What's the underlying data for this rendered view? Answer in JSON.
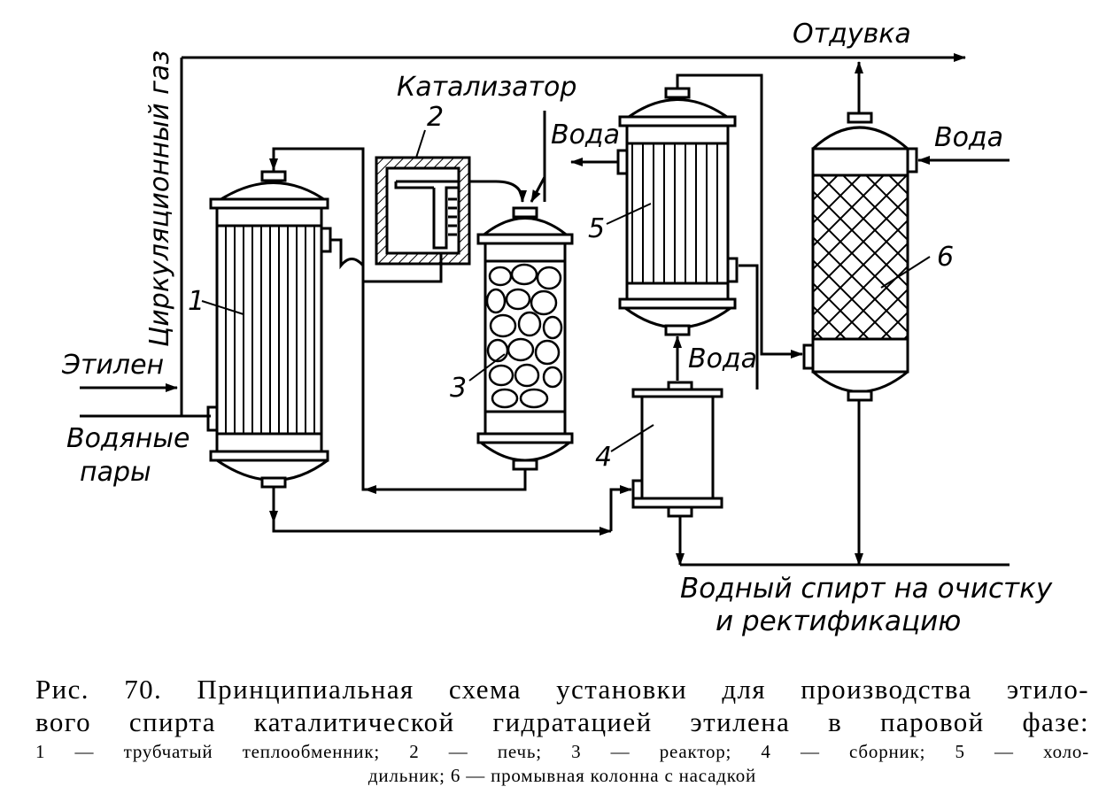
{
  "labels": {
    "otduvka": "Отдувка",
    "katalizator": "Катализатор",
    "voda_top_left": "Вода",
    "voda_top_right": "Вода",
    "voda_middle": "Вода",
    "cirk_gaz": "Циркуляционный газ",
    "etilen": "Этилен",
    "vodyanye_1": "Водяные",
    "vodyanye_2": "пары",
    "product_1": "Водный спирт на очистку",
    "product_2": "и ректификацию"
  },
  "equipment_numbers": {
    "n1": "1",
    "n2": "2",
    "n3": "3",
    "n4": "4",
    "n5": "5",
    "n6": "6"
  },
  "caption": {
    "main_line1": "Рис. 70. Принципиальная схема установки для производства этило-",
    "main_line2": "вого спирта каталитической гидратацией этилена в паровой фазе:",
    "legend_line1": "1 — трубчатый теплообменник; 2 — печь; 3 — реактор; 4 — сборник; 5 — холо-",
    "legend_line2": "дильник; 6 — промывная колонна с насадкой"
  }
}
